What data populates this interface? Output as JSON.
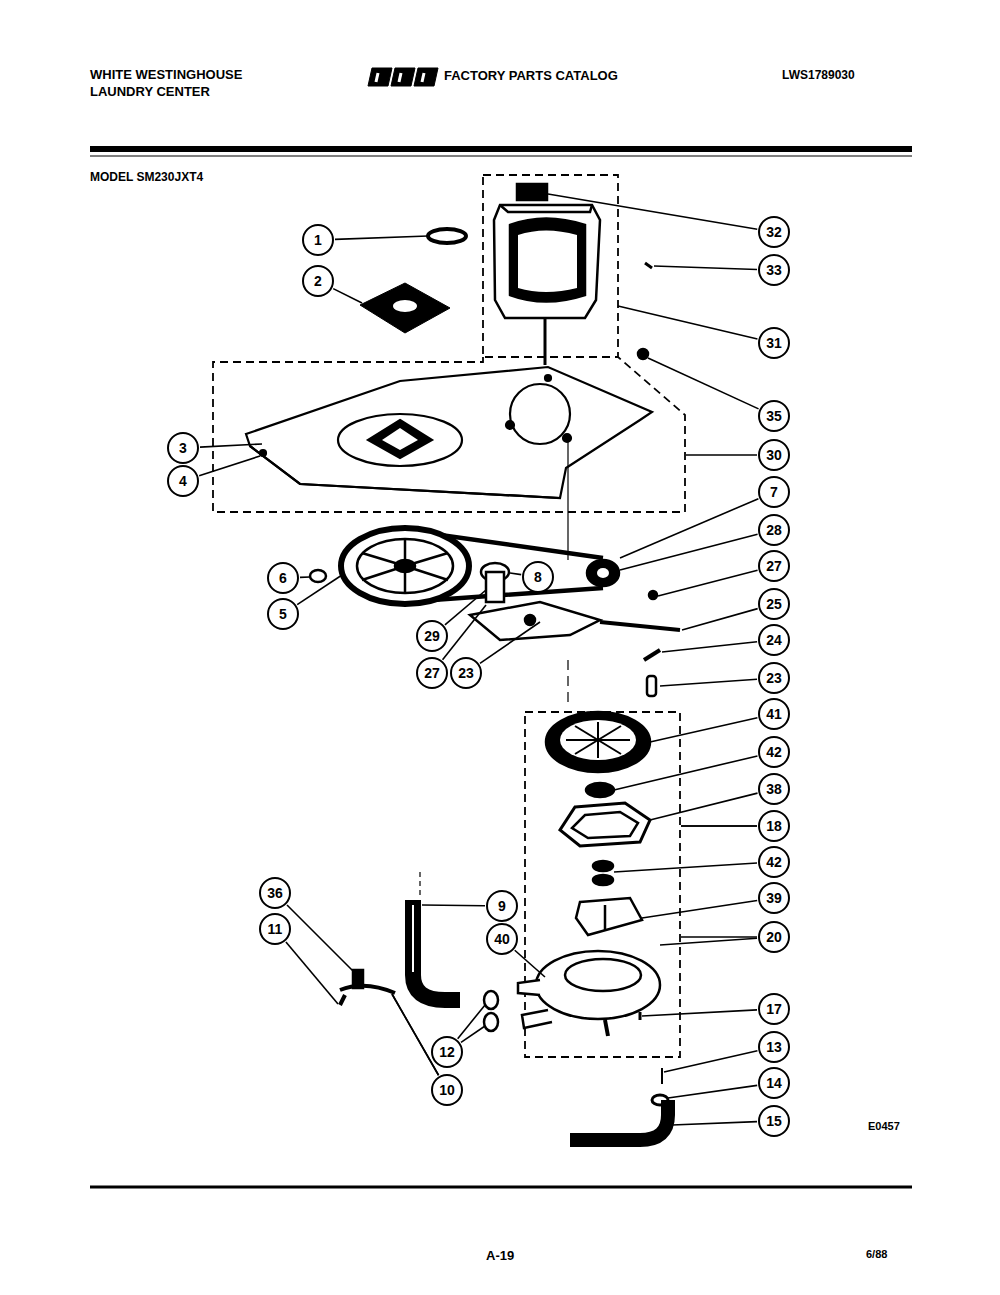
{
  "diagram": {
    "title": "WHITE WESTINGHOUSE LAUNDRY CENTER",
    "nodes": [
      {
        "text": [
          "1"
        ]
      },
      {
        "text": [
          "32"
        ]
      },
      {
        "text": [
          "33"
        ]
      },
      {
        "text": [
          "2"
        ]
      },
      {
        "text": [
          "31"
        ]
      },
      {
        "text": [
          "35"
        ]
      },
      {
        "text": [
          "3"
        ]
      },
      {
        "text": [
          "30"
        ]
      },
      {
        "text": [
          "4"
        ]
      },
      {
        "text": [
          "7"
        ]
      },
      {
        "text": [
          "28"
        ]
      },
      {
        "text": [
          "6"
        ]
      },
      {
        "text": [
          "8"
        ]
      },
      {
        "text": [
          "27"
        ]
      },
      {
        "text": [
          "5"
        ]
      },
      {
        "text": [
          "25"
        ]
      },
      {
        "text": [
          "29"
        ]
      },
      {
        "text": [
          "24"
        ]
      },
      {
        "text": [
          "27"
        ]
      },
      {
        "text": [
          "23"
        ]
      },
      {
        "text": [
          "23"
        ]
      },
      {
        "text": [
          "41"
        ]
      },
      {
        "text": [
          "42"
        ]
      },
      {
        "text": [
          "38"
        ]
      },
      {
        "text": [
          "18"
        ]
      },
      {
        "text": [
          "42"
        ]
      },
      {
        "text": [
          "36"
        ]
      },
      {
        "text": [
          "9"
        ]
      },
      {
        "text": [
          "39"
        ]
      },
      {
        "text": [
          "11"
        ]
      },
      {
        "text": [
          "40"
        ]
      },
      {
        "text": [
          "20"
        ]
      },
      {
        "text": [
          "17"
        ]
      },
      {
        "text": [
          "13"
        ]
      },
      {
        "text": [
          "12"
        ]
      },
      {
        "text": [
          "14"
        ]
      },
      {
        "text": [
          "10"
        ]
      },
      {
        "text": [
          "15"
        ]
      }
    ],
    "labels": [
      "FACTORY PARTS CATALOG",
      "LWS1789030",
      "MODEL SM230JXT4",
      "E0457",
      "A-19",
      "6/88"
    ]
  }
}
